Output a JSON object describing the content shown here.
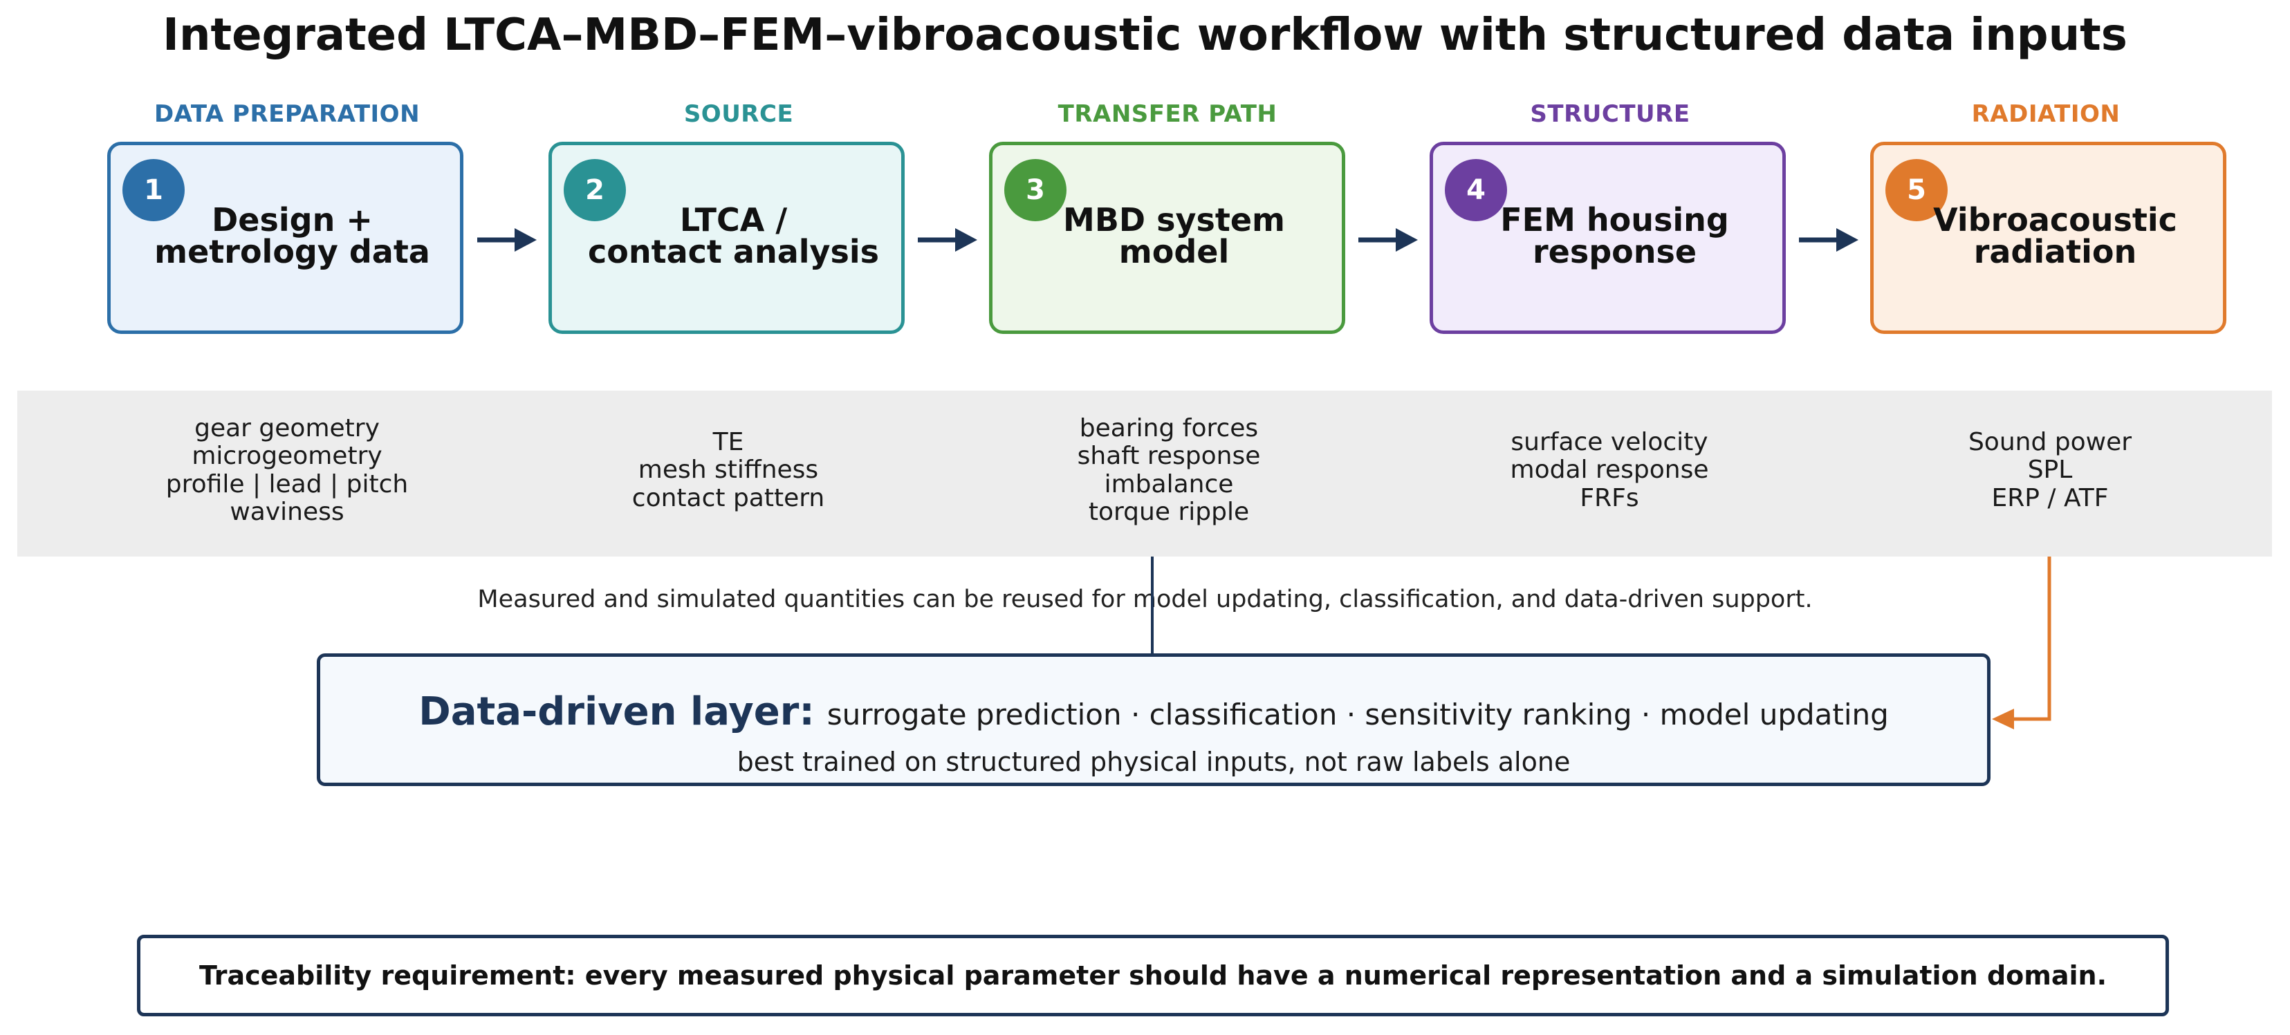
{
  "title": "Integrated LTCA–MBD–FEM–vibroacoustic workflow with structured data inputs",
  "stages": [
    {
      "category": "DATA PREPARATION",
      "number": "1",
      "label": "Design +\nmetrology data",
      "color": "#2c6fa8",
      "fill": "#eaf2fb",
      "features": [
        "gear geometry",
        "microgeometry",
        "profile | lead | pitch",
        "waviness"
      ]
    },
    {
      "category": "SOURCE",
      "number": "2",
      "label": "LTCA /\ncontact analysis",
      "color": "#2a9294",
      "fill": "#e8f6f6",
      "features": [
        "TE",
        "mesh stiffness",
        "contact pattern"
      ]
    },
    {
      "category": "TRANSFER PATH",
      "number": "3",
      "label": "MBD system\nmodel",
      "color": "#4a9a3e",
      "fill": "#eef7ea",
      "features": [
        "bearing forces",
        "shaft response",
        "imbalance",
        "torque ripple"
      ]
    },
    {
      "category": "STRUCTURE",
      "number": "4",
      "label": "FEM housing\nresponse",
      "color": "#6c3fa0",
      "fill": "#f2ecfb",
      "features": [
        "surface velocity",
        "modal response",
        "FRFs"
      ]
    },
    {
      "category": "RADIATION",
      "number": "5",
      "label": "Vibroacoustic\nradiation",
      "color": "#e07a2c",
      "fill": "#fdefe3",
      "features": [
        "Sound power",
        "SPL",
        "ERP / ATF"
      ]
    }
  ],
  "reuse_note": "Measured and simulated quantities can be reused  for model updating, classification, and data-driven support.",
  "data_driven": {
    "label": "Data-driven layer:",
    "items": "surrogate prediction · classification · sensitivity ranking · model updating",
    "subtitle": "best trained on structured physical inputs, not raw labels alone"
  },
  "traceability": "Traceability requirement: every measured physical parameter should have a numerical representation and a simulation domain.",
  "colors": {
    "arrow": "#1d3557",
    "dark_navy": "#1d3557",
    "orange": "#e07a2c"
  }
}
